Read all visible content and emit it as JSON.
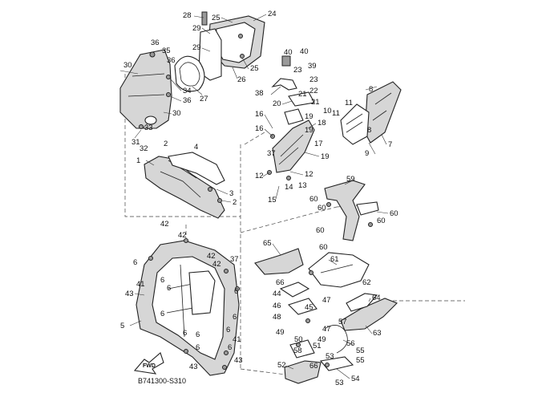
{
  "diagram": {
    "code": "B741300-S310",
    "fwd_label": "FWD",
    "callouts": {
      "c28": "28",
      "c25a": "25",
      "c24": "24",
      "c29a": "29",
      "c29b": "29",
      "c25b": "25",
      "c26": "26",
      "c27": "27",
      "c36a": "36",
      "c35": "35",
      "c36b": "36",
      "c30a": "30",
      "c34": "34",
      "c36c": "36",
      "c30b": "30",
      "c33": "33",
      "c31": "31",
      "c32": "32",
      "c40a": "40",
      "c40b": "40",
      "c39": "39",
      "c23a": "23",
      "c23b": "23",
      "c38": "38",
      "c22": "22",
      "c21a": "21",
      "c20": "20",
      "c21b": "21",
      "c8a": "8",
      "c11a": "11",
      "c11b": "11",
      "c10": "10",
      "c8b": "8",
      "c9": "9",
      "c7": "7",
      "c18": "18",
      "c19a": "19",
      "c19b": "19",
      "c17": "17",
      "c19c": "19",
      "c16a": "16",
      "c16b": "16",
      "c37": "37",
      "c12a": "12",
      "c12b": "12",
      "c14": "14",
      "c13": "13",
      "c15": "15",
      "c59": "59",
      "c60a": "60",
      "c60b": "60",
      "c60c": "60",
      "c60d": "60",
      "c60e": "60",
      "c2a": "2",
      "c4": "4",
      "c1": "1",
      "c3": "3",
      "c2b": "2",
      "c42a": "42",
      "c42b": "42",
      "c6a": "6",
      "c42c": "42",
      "c42d": "42",
      "c37b": "37",
      "c43a": "43",
      "c41a": "41",
      "c6b": "6",
      "c6c": "6",
      "c6d": "6",
      "c6e": "6",
      "c6f": "6",
      "c5": "5",
      "c6g": "6",
      "c6h": "6",
      "c6i": "6",
      "c6j": "6",
      "c41b": "41",
      "c6k": "6",
      "c43b": "43",
      "c43c": "43",
      "c65": "65",
      "c60f": "60",
      "c61": "61",
      "c66a": "66",
      "c62": "62",
      "c44": "44",
      "c64": "64",
      "c63": "63",
      "c46": "46",
      "c45": "45",
      "c48": "48",
      "c47a": "47",
      "c47b": "47",
      "c49": "49",
      "c57": "57",
      "c50": "50",
      "c51": "51",
      "c58": "58",
      "c49b": "49",
      "c56": "56",
      "c55a": "55",
      "c53": "53",
      "c55b": "55",
      "c52": "52",
      "c66b": "66",
      "c54": "54",
      "c53b": "53"
    }
  }
}
